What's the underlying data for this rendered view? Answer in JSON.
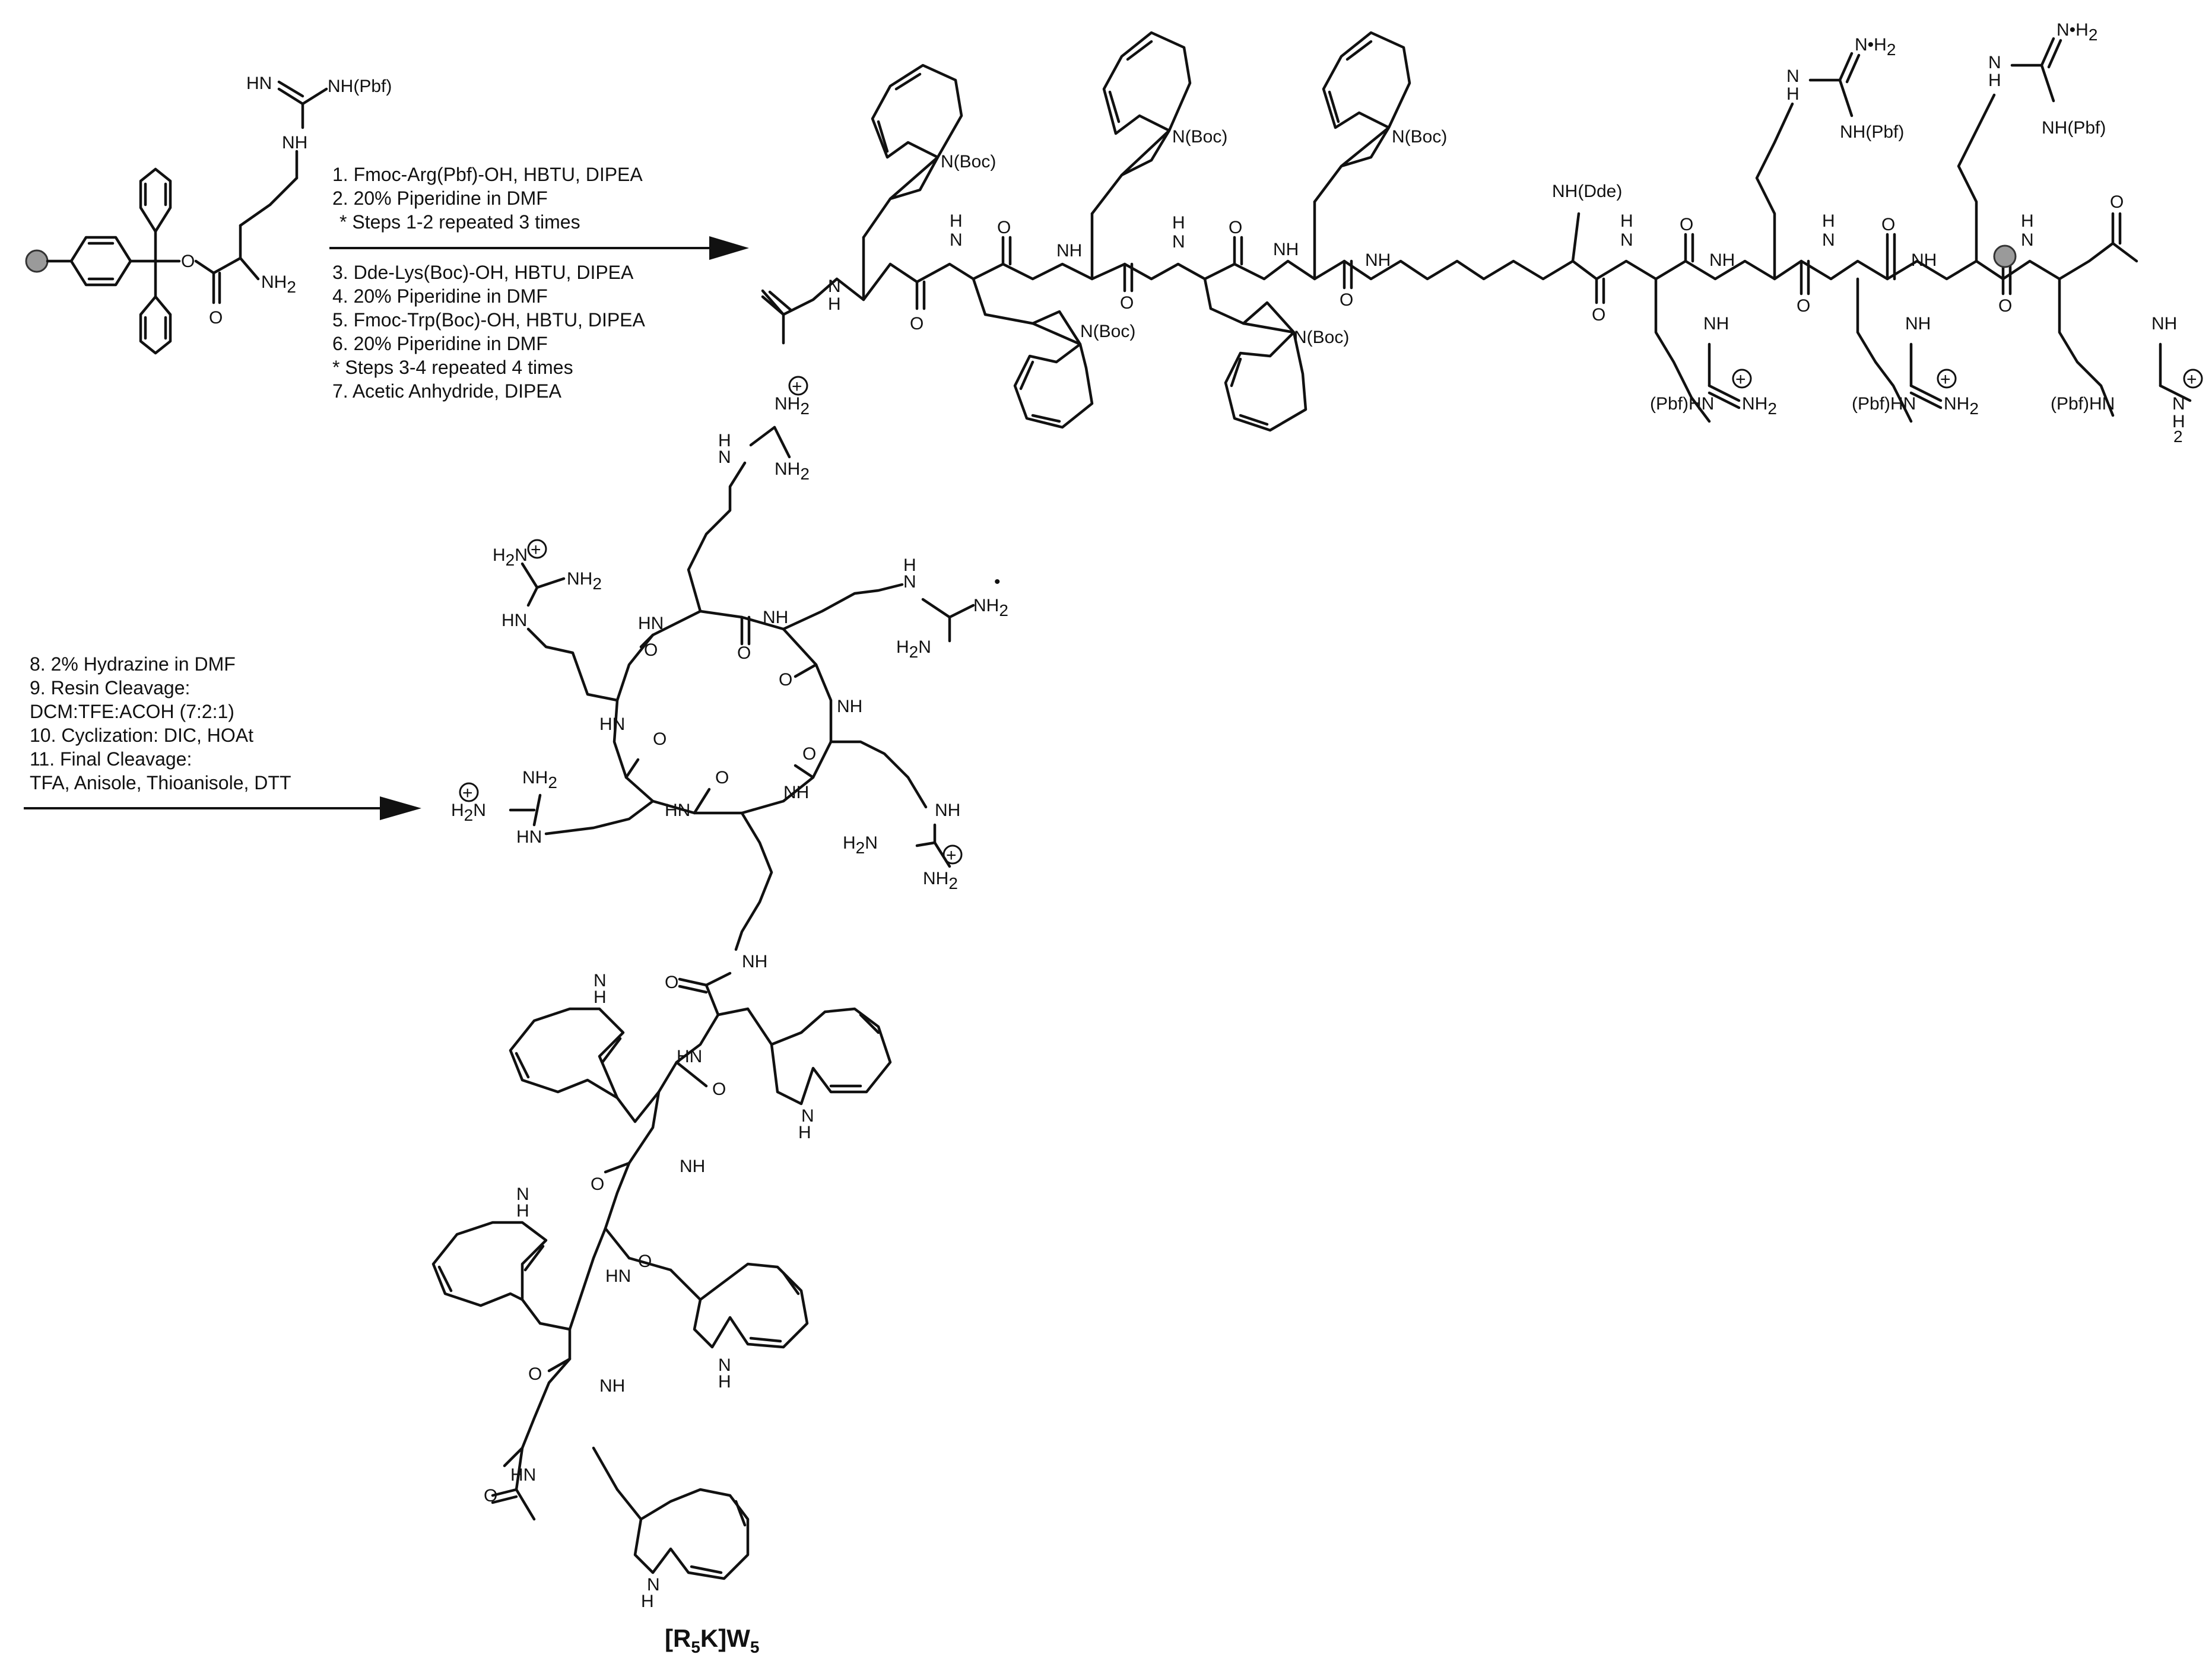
{
  "reaction_steps_1": [
    "1. Fmoc-Arg(Pbf)-OH, HBTU, DIPEA",
    "2. 20% Piperidine in DMF",
    "* Steps 1-2 repeated 3 times",
    "3. Dde-Lys(Boc)-OH, HBTU, DIPEA",
    "4. 20% Piperidine in DMF",
    "5. Fmoc-Trp(Boc)-OH, HBTU, DIPEA",
    "6. 20% Piperidine in DMF",
    "* Steps 3-4 repeated 4 times",
    "7. Acetic Anhydride, DIPEA"
  ],
  "reaction_steps_2": [
    "8. 2% Hydrazine in DMF",
    "9. Resin Cleavage:",
    "DCM:TFE:ACOH (7:2:1)",
    "10. Cyclization: DIC, HOAt",
    "11. Final Cleavage:",
    "TFA, Anisole, Thioanisole, DTT"
  ],
  "product_label": {
    "main": "[R",
    "sub1": "5",
    "mid": "K]W",
    "sub2": "5"
  },
  "labels": {
    "nh_pbf": "NH(Pbf)",
    "hn": "HN",
    "nh": "NH",
    "nh2": "NH",
    "o": "O",
    "n_boc": "N(Boc)",
    "nh_dde": "NH(Dde)",
    "pbf_hn": "(Pbf)HN",
    "h2n": "H",
    "hn_indole": "HN",
    "h_indole": "H",
    "n": "N"
  }
}
